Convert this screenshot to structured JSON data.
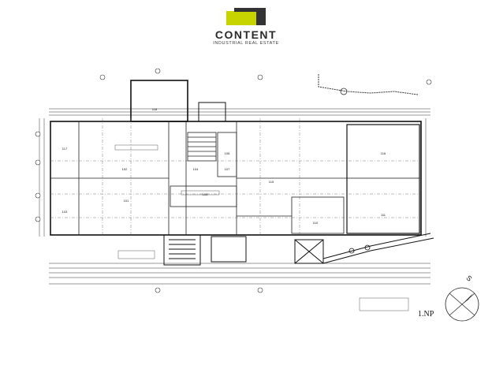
{
  "brand": {
    "name": "CONTENT",
    "tagline": "INDUSTRIAL REAL ESTATE",
    "accent_color": "#c8d400",
    "dark_color": "#333333"
  },
  "plan": {
    "floor_label": "1.NP",
    "north_label": "S",
    "rooms": [
      {
        "id": "r117",
        "label": "117"
      },
      {
        "id": "r102",
        "label": "102"
      },
      {
        "id": "r101",
        "label": "101"
      },
      {
        "id": "r103",
        "label": "103"
      },
      {
        "id": "r104",
        "label": "104"
      },
      {
        "id": "r105",
        "label": "105"
      },
      {
        "id": "r106",
        "label": "106"
      },
      {
        "id": "r107",
        "label": "107"
      },
      {
        "id": "r110",
        "label": "110"
      },
      {
        "id": "r111",
        "label": "111"
      },
      {
        "id": "r116",
        "label": "116"
      },
      {
        "id": "r118",
        "label": "118"
      },
      {
        "id": "r115",
        "label": "115"
      }
    ]
  }
}
